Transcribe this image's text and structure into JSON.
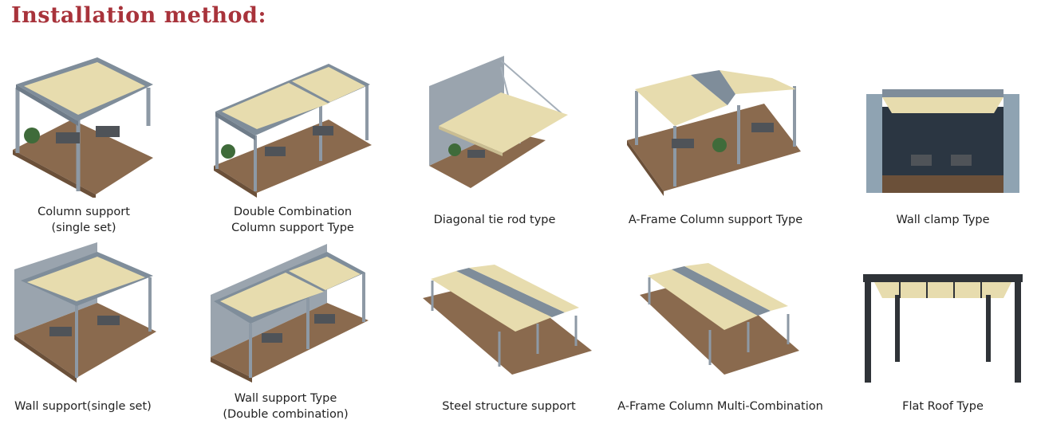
{
  "page": {
    "title": "Installation method:",
    "accent_color": "#a8333b"
  },
  "items": [
    {
      "caption": "Column support\n(single set)",
      "icon": "pergola-column-single-icon"
    },
    {
      "caption": "Double Combination\nColumn support Type",
      "icon": "pergola-double-column-icon"
    },
    {
      "caption": "Diagonal tie rod type",
      "icon": "pergola-diagonal-tie-rod-icon"
    },
    {
      "caption": "A-Frame Column support Type",
      "icon": "pergola-a-frame-icon"
    },
    {
      "caption": "Wall clamp Type",
      "icon": "pergola-wall-clamp-icon"
    },
    {
      "caption": "Wall support(single set)",
      "icon": "pergola-wall-single-icon"
    },
    {
      "caption": "Wall support Type\n(Double combination)",
      "icon": "pergola-wall-double-icon"
    },
    {
      "caption": "Steel structure support",
      "icon": "pergola-steel-structure-icon"
    },
    {
      "caption": "A-Frame Column Multi-Combination",
      "icon": "pergola-a-frame-multi-icon"
    },
    {
      "caption": "Flat Roof Type",
      "icon": "pergola-flat-roof-icon"
    }
  ]
}
